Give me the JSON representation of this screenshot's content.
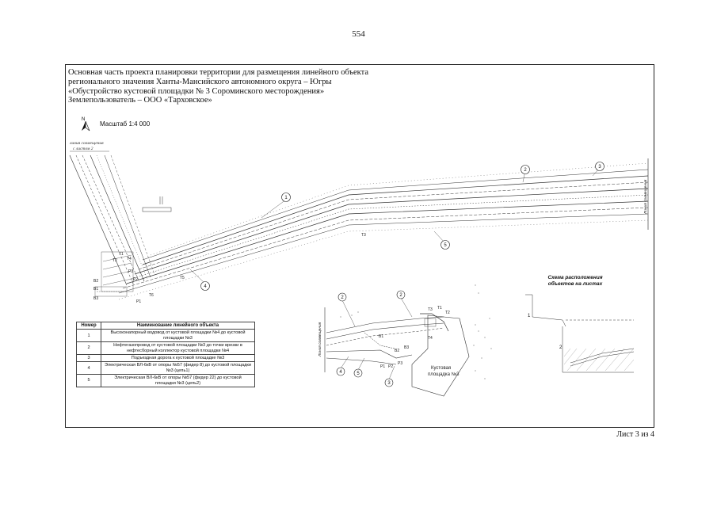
{
  "page_number": "554",
  "header_lines": [
    "Основная часть проекта планировки территории для размещения линейного объекта",
    "регионального значения Ханты-Мансийского автономного округа – Югры",
    "«Обустройство кустовой площадки № 3 Сороминского месторождения»",
    "Землепользователь – ООО «Тарховское»"
  ],
  "north_symbol": "N",
  "scale_label": "Масштаб 1:4 000",
  "match_line_left": [
    "линия совмещения",
    "с листом 2"
  ],
  "match_line_right": "Линия совмещения",
  "match_line_inset": "Линия совмещения",
  "legend": {
    "header_number": "Номер",
    "header_name": "Наименование линейного объекта",
    "rows": [
      {
        "num": "1",
        "name": "Высоконапорный водовод от кустовой площадки №4 до кустовой площадки №3"
      },
      {
        "num": "2",
        "name": "Нефтегазопровод от кустовой площадки №3 до точки врезки в нефтесборный коллектор кустовой площадки №4"
      },
      {
        "num": "3",
        "name": "Подъездная дорога к кустовой площадке №3"
      },
      {
        "num": "4",
        "name": "Электрическая ВЛ-6кВ от опоры №57 (фидер 8) до кустовой площадки №3 (цепь1)"
      },
      {
        "num": "5",
        "name": "Электрическая ВЛ-6кВ от опоры №57 (фидер 22) до кустовой площадки №3 (цепь2)"
      }
    ]
  },
  "inset_title": "Схема расположения объектов на листах",
  "inset_sheet_labels": [
    "1",
    "2"
  ],
  "pad_label": [
    "Кустовая",
    "площадка №3"
  ],
  "line_markers": [
    "1",
    "2",
    "3",
    "4",
    "5"
  ],
  "point_labels_main": [
    "Т1",
    "Т2",
    "Т3",
    "Т4",
    "Т5",
    "Т6",
    "Р1",
    "Р2",
    "Р3",
    "В1",
    "В2",
    "В3"
  ],
  "point_labels_detail": [
    "Т1",
    "Т2",
    "Т3",
    "Т4",
    "Р1",
    "Р2",
    "Р3",
    "В1",
    "В2",
    "В3"
  ],
  "sheet_info": "Лист 3 из 4",
  "colors": {
    "line": "#222222",
    "dash": "#666666",
    "hatch": "#999999"
  }
}
